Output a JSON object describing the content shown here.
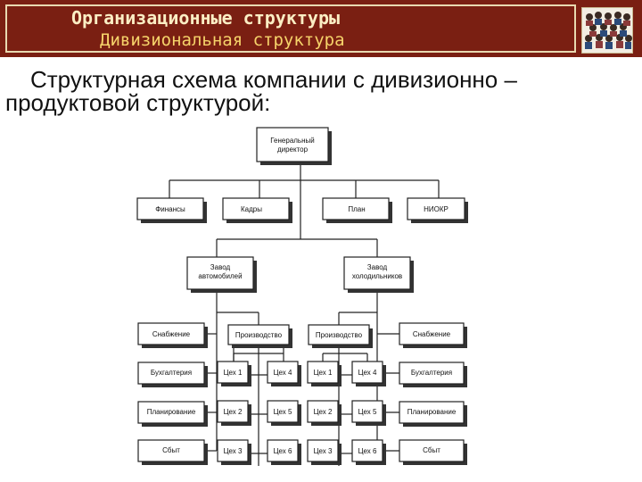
{
  "header": {
    "title": "Организационные структуры",
    "subtitle": "Дивизиональная структура"
  },
  "heading": {
    "line1": "Структурная схема компании с дивизионно –",
    "line2": "продуктовой структурой:"
  },
  "org": {
    "ceo": [
      "Генеральный",
      "директор"
    ],
    "departments": [
      "Финансы",
      "Кадры",
      "План",
      "НИОКР"
    ],
    "plants": [
      [
        "Завод",
        "автомобилей"
      ],
      [
        "Завод",
        "холодильников"
      ]
    ],
    "left_functions": [
      "Снабжение",
      "Бухгалтерия",
      "Планирование",
      "Сбыт"
    ],
    "right_functions": [
      "Снабжение",
      "Бухгалтерия",
      "Планирование",
      "Сбыт"
    ],
    "production": [
      "Производство",
      "Производство"
    ],
    "shops_a": [
      "Цех 1",
      "Цех 2",
      "Цех 3"
    ],
    "shops_b": [
      "Цех 4",
      "Цех 5",
      "Цех 6"
    ],
    "shops_c": [
      "Цех 1",
      "Цех 2",
      "Цех 3"
    ],
    "shops_d": [
      "Цех 4",
      "Цех 5",
      "Цех 6"
    ]
  }
}
